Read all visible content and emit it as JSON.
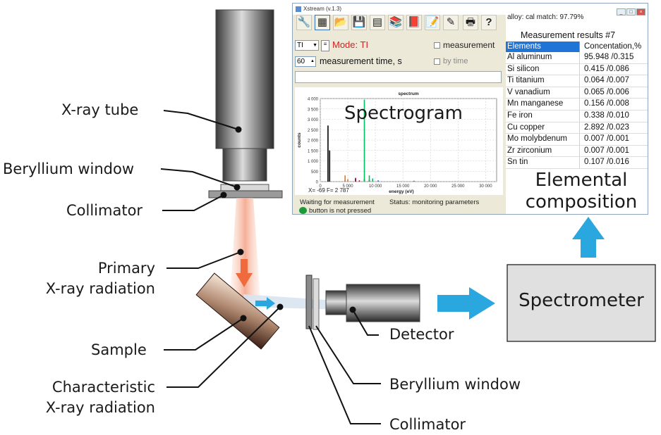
{
  "labels": {
    "xray_tube": "X-ray tube",
    "beryllium_window_top": "Beryllium window",
    "collimator_top": "Collimator",
    "primary_line1": "Primary",
    "primary_line2": "X-ray radiation",
    "sample": "Sample",
    "characteristic_line1": "Characteristic",
    "characteristic_line2": "X-ray radiation",
    "detector": "Detector",
    "beryllium_window_bottom": "Beryllium window",
    "collimator_bottom": "Collimator",
    "spectrometer": "Spectrometer",
    "spectrogram": "Spectrogram",
    "elemental_line1": "Elemental",
    "elemental_line2": "composition"
  },
  "colors": {
    "beam": "#f4a58a",
    "arrow_primary": "#ef6a3c",
    "arrow_blue": "#2aa7de",
    "spectrometer_box": "#e0e0e0",
    "table_header": "#1f74d6"
  },
  "app": {
    "title": "Xstream (v.1.3)",
    "toolbar_icons": [
      "tool-icon",
      "calculator-icon",
      "open-folder-icon",
      "save-icon",
      "table-icon",
      "library-icon",
      "books-icon",
      "edit-icon",
      "spectrum-edit-icon",
      "print-icon",
      "help-icon"
    ],
    "alloy_match": "alloy: cal match: 97.79%",
    "mode_select": "TI",
    "mode_label": "Mode: TI",
    "measurement_checkbox": "measurement",
    "time_value": "60",
    "time_label": "measurement time, s",
    "by_time_checkbox": "by time",
    "status_waiting": "Waiting for measurement",
    "status_button": "button is not pressed",
    "status_text": "Status: monitoring parameters",
    "results_title": "Measurement results #7",
    "results_headers": [
      "Elements",
      "Concentation,%"
    ],
    "results_rows": [
      {
        "element": "Al  aluminum",
        "value": "95.948  /0.315"
      },
      {
        "element": "Si  silicon",
        "value": "0.415  /0.086"
      },
      {
        "element": "Ti  titanium",
        "value": "0.064  /0.007"
      },
      {
        "element": "V   vanadium",
        "value": "0.065  /0.006"
      },
      {
        "element": "Mn  manganese",
        "value": "0.156  /0.008"
      },
      {
        "element": "Fe  iron",
        "value": "0.338  /0.010"
      },
      {
        "element": "Cu  copper",
        "value": "2.892  /0.023"
      },
      {
        "element": "Mo  molybdenum",
        "value": "0.007  /0.001"
      },
      {
        "element": "Zr  zirconium",
        "value": "0.007  /0.001"
      },
      {
        "element": "Sn  tin",
        "value": "0.107  /0.016"
      }
    ]
  },
  "chart_data": {
    "type": "bar",
    "title": "spectrum",
    "xlabel": "energy (eV)",
    "ylabel": "counts",
    "xlim": [
      0,
      32000
    ],
    "ylim": [
      0,
      4000
    ],
    "x_ticks": [
      "0",
      "5 000",
      "10 000",
      "15 000",
      "20 000",
      "25 000",
      "30 000"
    ],
    "y_ticks": [
      "0",
      "500",
      "1 000",
      "1 500",
      "2 000",
      "2 500",
      "3 000",
      "3 500",
      "4 000"
    ],
    "cursor_readout": "X= -69    F= 2 787",
    "series": [
      {
        "color": "#000000",
        "x": [
          1400,
          1700,
          4500,
          6400,
          8000,
          8900
        ],
        "y": [
          2700,
          1500,
          60,
          150,
          120,
          90
        ]
      },
      {
        "color": "#00c060",
        "x": [
          8000,
          8900,
          9500
        ],
        "y": [
          3950,
          300,
          150
        ]
      },
      {
        "color": "#c00030",
        "x": [
          6400,
          7100
        ],
        "y": [
          180,
          60
        ]
      },
      {
        "color": "#f07020",
        "x": [
          4500,
          5000
        ],
        "y": [
          300,
          120
        ]
      },
      {
        "color": "#2060e0",
        "x": [
          10500,
          17000
        ],
        "y": [
          60,
          40
        ]
      }
    ]
  }
}
